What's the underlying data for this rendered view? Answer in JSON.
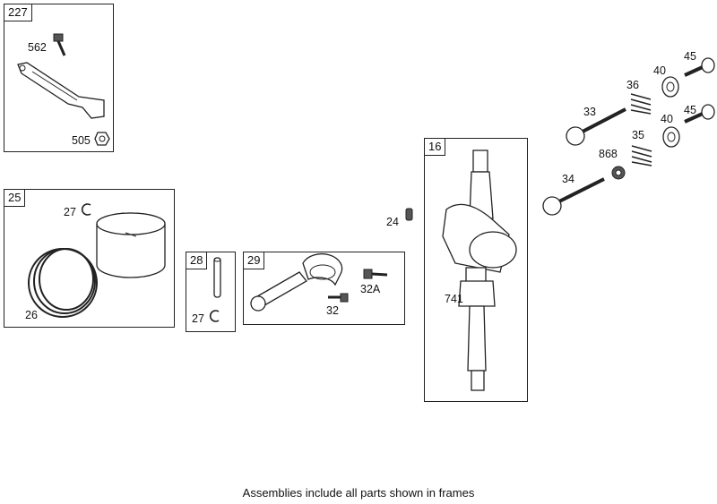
{
  "frames": {
    "f227": "227",
    "f25": "25",
    "f28": "28",
    "f29": "29",
    "f16": "16"
  },
  "labels": {
    "l562": "562",
    "l505": "505",
    "l27a": "27",
    "l26": "26",
    "l27b": "27",
    "l32": "32",
    "l32a": "32A",
    "l24": "24",
    "l741": "741",
    "l33": "33",
    "l34": "34",
    "l35": "35",
    "l36": "36",
    "l40a": "40",
    "l40b": "40",
    "l45a": "45",
    "l45b": "45",
    "l868": "868"
  },
  "caption": "Assemblies include all parts shown in frames"
}
